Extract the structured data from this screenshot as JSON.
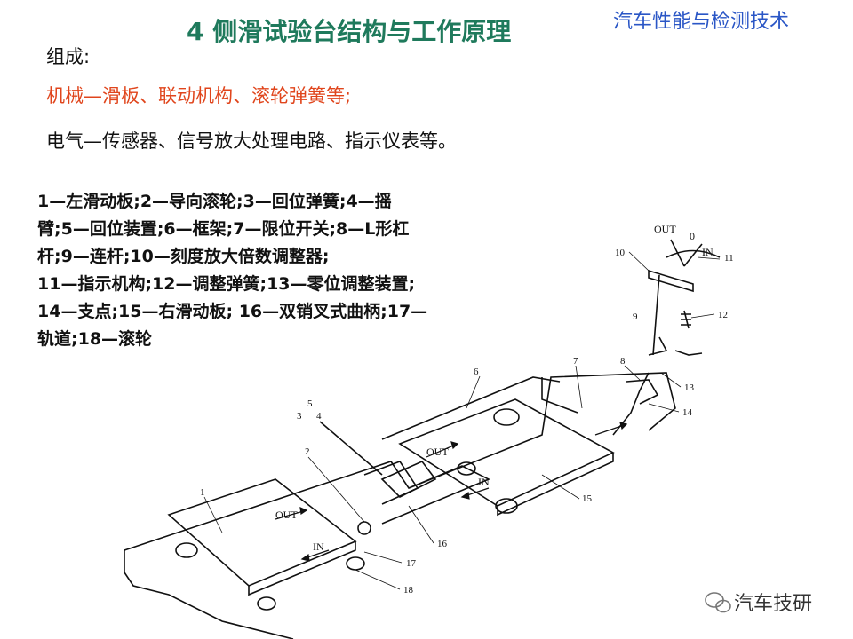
{
  "header": {
    "title": "4  侧滑试验台结构与工作原理",
    "course": "汽车性能与检测技术"
  },
  "composition": {
    "label": "组成:",
    "mechanical": "机械—滑板、联动机构、滚轮弹簧等;",
    "electrical": "电气—传感器、信号放大处理电路、指示仪表等。"
  },
  "legend": {
    "lines": [
      "    1—左滑动板;2—导向滚轮;3—回位弹簧;4—摇",
      "臂;5—回位装置;6—框架;7—限位开关;8—L形杠",
      "杆;9—连杆;10—刻度放大倍数调整器;",
      "    11—指示机构;12—调整弹簧;13—零位调整装置;",
      "14—支点;15—右滑动板;   16—双销叉式曲柄;17—",
      "轨道;18—滚轮"
    ]
  },
  "diagram": {
    "part_numbers": [
      "1",
      "2",
      "3",
      "4",
      "5",
      "6",
      "7",
      "8",
      "9",
      "10",
      "11",
      "12",
      "13",
      "14",
      "15",
      "16",
      "17",
      "18"
    ],
    "direction_labels": {
      "out": "OUT",
      "in": "IN",
      "zero": "0"
    }
  },
  "watermark": {
    "text": "汽车技研",
    "icon": "wechat-icon"
  },
  "colors": {
    "title": "#1f7a5c",
    "course": "#2a56c6",
    "mechanical": "#e0451c",
    "text": "#111111"
  }
}
